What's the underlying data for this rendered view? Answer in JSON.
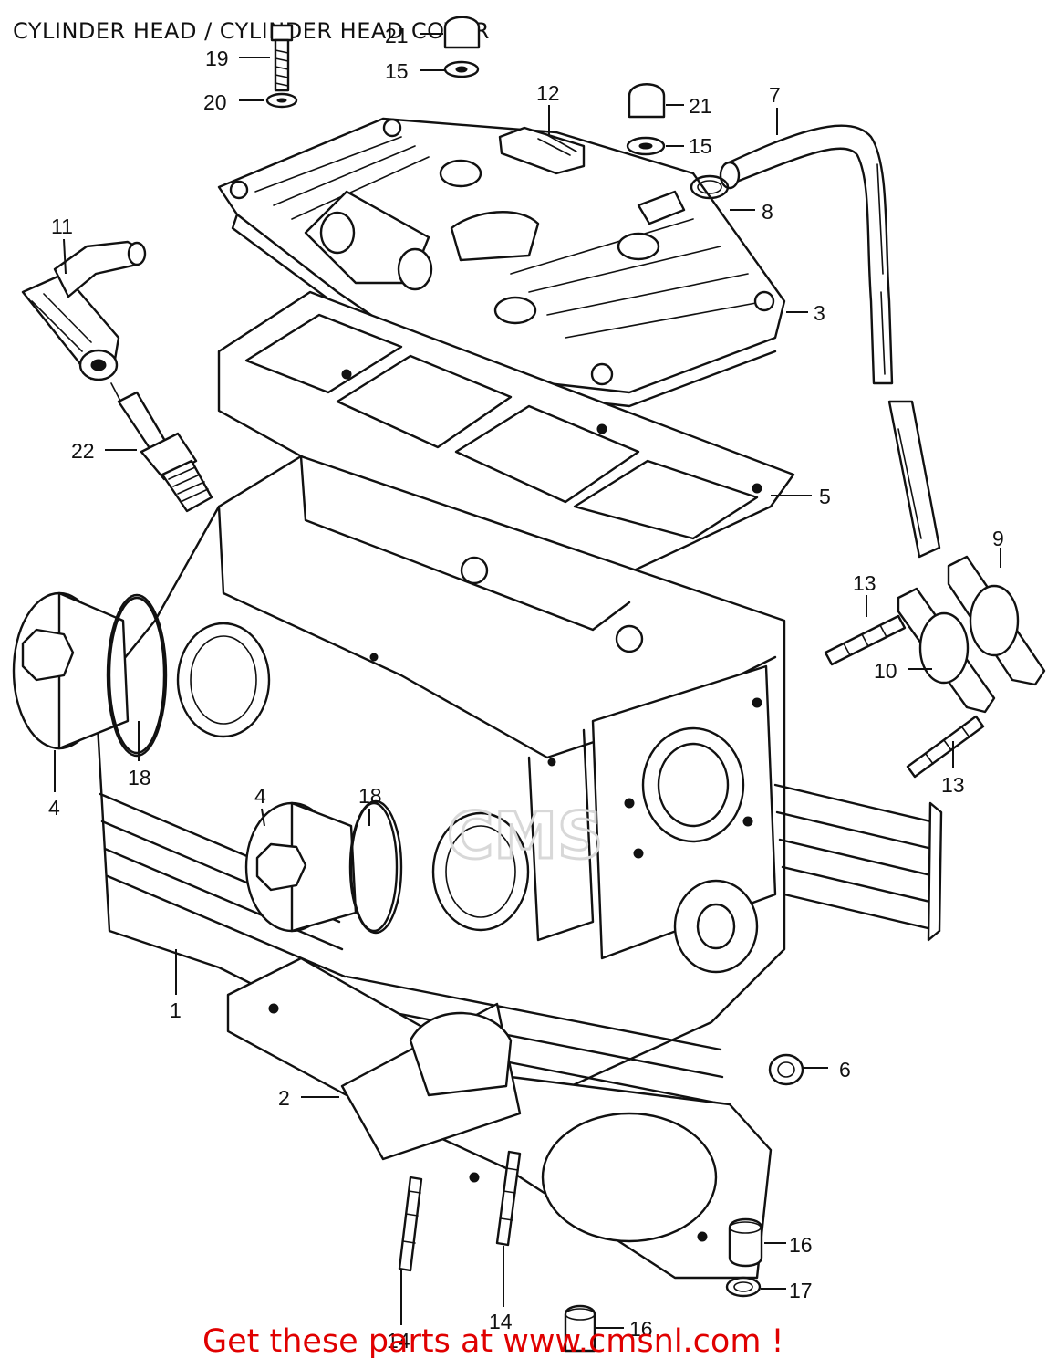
{
  "page": {
    "title": "CYLINDER HEAD / CYLINDER HEAD COVER",
    "footer": "Get these parts at www.cmsnl.com !",
    "footer_color": "#e00000",
    "watermark": "CMS"
  },
  "callouts": [
    {
      "id": "c19",
      "label": "19"
    },
    {
      "id": "c20",
      "label": "20"
    },
    {
      "id": "c21a",
      "label": "21"
    },
    {
      "id": "c15a",
      "label": "15"
    },
    {
      "id": "c12",
      "label": "12"
    },
    {
      "id": "c21b",
      "label": "21"
    },
    {
      "id": "c15b",
      "label": "15"
    },
    {
      "id": "c7",
      "label": "7"
    },
    {
      "id": "c8",
      "label": "8"
    },
    {
      "id": "c11",
      "label": "11"
    },
    {
      "id": "c3",
      "label": "3"
    },
    {
      "id": "c22",
      "label": "22"
    },
    {
      "id": "c5",
      "label": "5"
    },
    {
      "id": "c9",
      "label": "9"
    },
    {
      "id": "c13a",
      "label": "13"
    },
    {
      "id": "c10",
      "label": "10"
    },
    {
      "id": "c4a",
      "label": "4"
    },
    {
      "id": "c18a",
      "label": "18"
    },
    {
      "id": "c13b",
      "label": "13"
    },
    {
      "id": "c4b",
      "label": "4"
    },
    {
      "id": "c18b",
      "label": "18"
    },
    {
      "id": "c1",
      "label": "1"
    },
    {
      "id": "c6",
      "label": "6"
    },
    {
      "id": "c2",
      "label": "2"
    },
    {
      "id": "c16a",
      "label": "16"
    },
    {
      "id": "c17",
      "label": "17"
    },
    {
      "id": "c14a",
      "label": "14"
    },
    {
      "id": "c14b",
      "label": "14"
    },
    {
      "id": "c16b",
      "label": "16"
    }
  ]
}
